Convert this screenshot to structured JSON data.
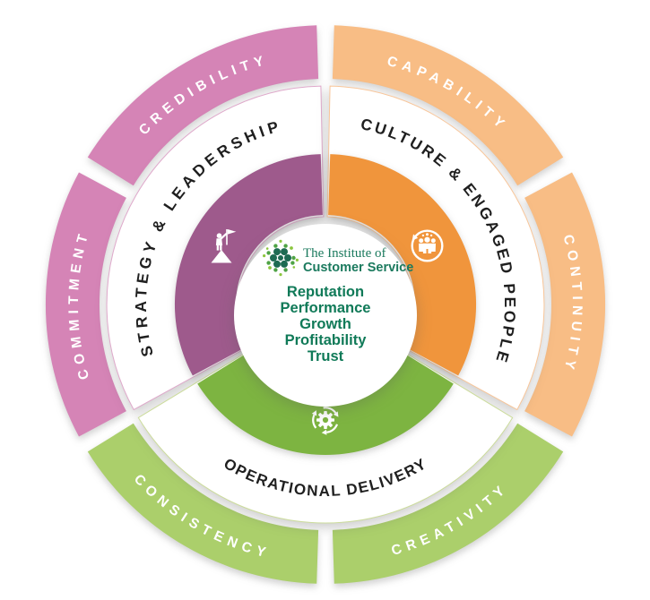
{
  "brand": {
    "logo_icon": "dot-cluster-icon",
    "logo_line1": "The Institute of",
    "logo_line2": "Customer Service",
    "logo_text_color": "#1B7A5E",
    "logo_dot_dark": "#1E6B52",
    "logo_dot_green": "#4FA345",
    "logo_dot_light_green": "#8CC63F"
  },
  "center": {
    "values": [
      "Reputation",
      "Performance",
      "Growth",
      "Profitability",
      "Trust"
    ],
    "text_color": "#107A58"
  },
  "inner_sectors": [
    {
      "title": "STRATEGY & LEADERSHIP",
      "icon": "leader-flag-icon",
      "arc_color": "#9E5A8C",
      "border_color": "#DFA9CB"
    },
    {
      "title": "CULTURE & ENGAGED PEOPLE",
      "icon": "engaged-people-icon",
      "arc_color": "#F0953C",
      "border_color": "#F8C69A"
    },
    {
      "title": "OPERATIONAL DELIVERY",
      "icon": "process-gear-icon",
      "arc_color": "#7DB441",
      "border_color": "#CCDC9C"
    }
  ],
  "outer_ring": {
    "segments": [
      {
        "label": "CREDIBILITY",
        "color": "#D584B6"
      },
      {
        "label": "CAPABILITY",
        "color": "#F8BD85"
      },
      {
        "label": "CONTINUITY",
        "color": "#F8BD85"
      },
      {
        "label": "CREATIVITY",
        "color": "#ABCF6B"
      },
      {
        "label": "CONSISTENCY",
        "color": "#ABCF6B"
      },
      {
        "label": "COMMITMENT",
        "color": "#D584B6"
      }
    ],
    "label_color": "#FFFFFF"
  }
}
